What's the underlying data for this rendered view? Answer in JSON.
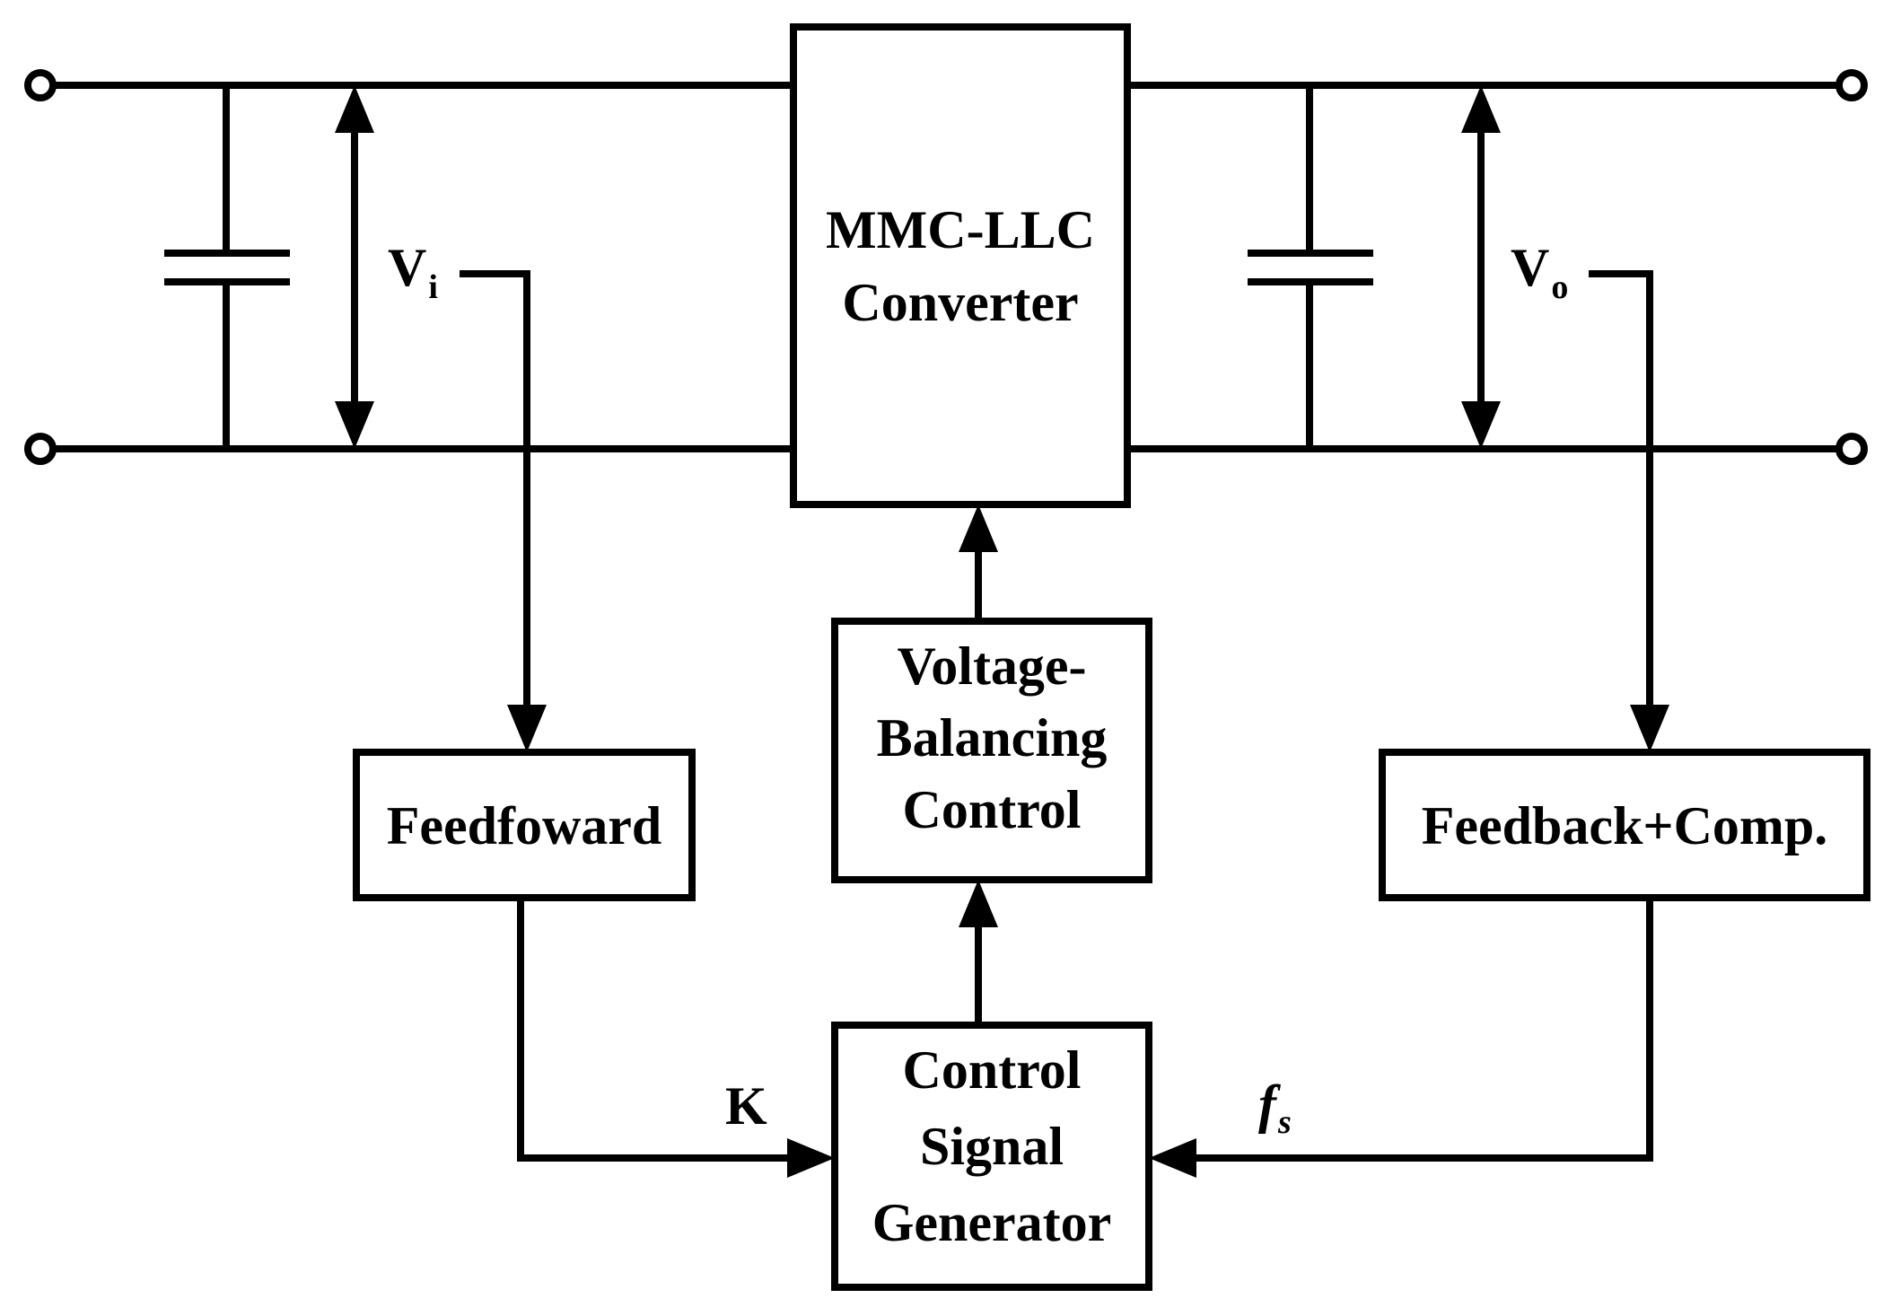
{
  "blocks": {
    "converter": [
      "MMC-LLC",
      "Converter"
    ],
    "voltage_balancing": [
      "Voltage-",
      "Balancing",
      "Control"
    ],
    "feedforward": "Feedfoward",
    "feedback": "Feedback+Comp.",
    "signal_generator": [
      "Control",
      "Signal",
      "Generator"
    ]
  },
  "labels": {
    "vi_main": "V",
    "vi_sub": "i",
    "vo_main": "V",
    "vo_sub": "o",
    "k": "K",
    "fs_main": "f",
    "fs_sub": "s"
  }
}
